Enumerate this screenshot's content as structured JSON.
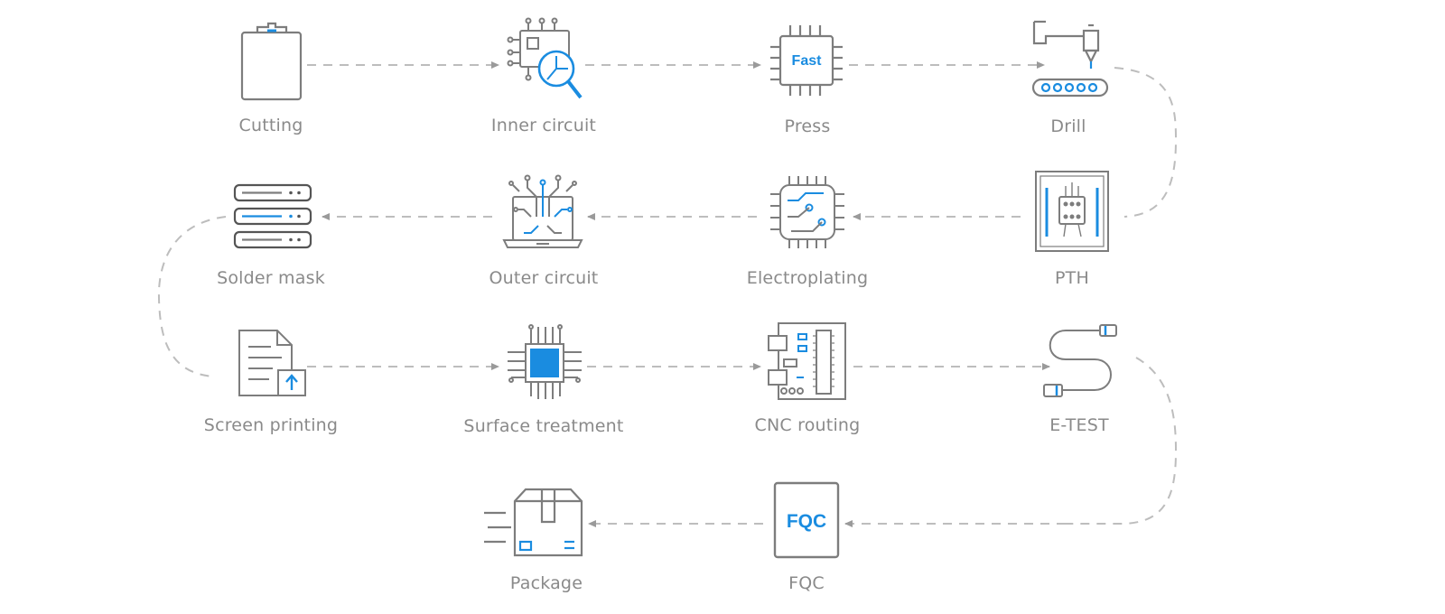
{
  "steps": [
    {
      "label": "Cutting",
      "icon": "clipboard-icon"
    },
    {
      "label": "Inner circuit",
      "icon": "circuit-magnifier-icon"
    },
    {
      "label": "Press",
      "icon": "chip-icon",
      "icon_text": "Fast"
    },
    {
      "label": "Drill",
      "icon": "drill-machine-icon"
    },
    {
      "label": "PTH",
      "icon": "pcb-board-icon"
    },
    {
      "label": "Electroplating",
      "icon": "circuit-chip-icon"
    },
    {
      "label": "Outer circuit",
      "icon": "laptop-circuit-icon"
    },
    {
      "label": "Solder mask",
      "icon": "server-stack-icon"
    },
    {
      "label": "Screen printing",
      "icon": "document-upload-icon"
    },
    {
      "label": "Surface treatment",
      "icon": "processor-icon"
    },
    {
      "label": "CNC routing",
      "icon": "circuit-board-icon"
    },
    {
      "label": "E-TEST",
      "icon": "cable-icon"
    },
    {
      "label": "FQC",
      "icon": "fqc-box-icon",
      "icon_text": "FQC"
    },
    {
      "label": "Package",
      "icon": "package-box-icon"
    }
  ],
  "colors": {
    "gray": "#7d7d7d",
    "blue": "#1a8ce0",
    "dash": "#bdbdbd"
  }
}
